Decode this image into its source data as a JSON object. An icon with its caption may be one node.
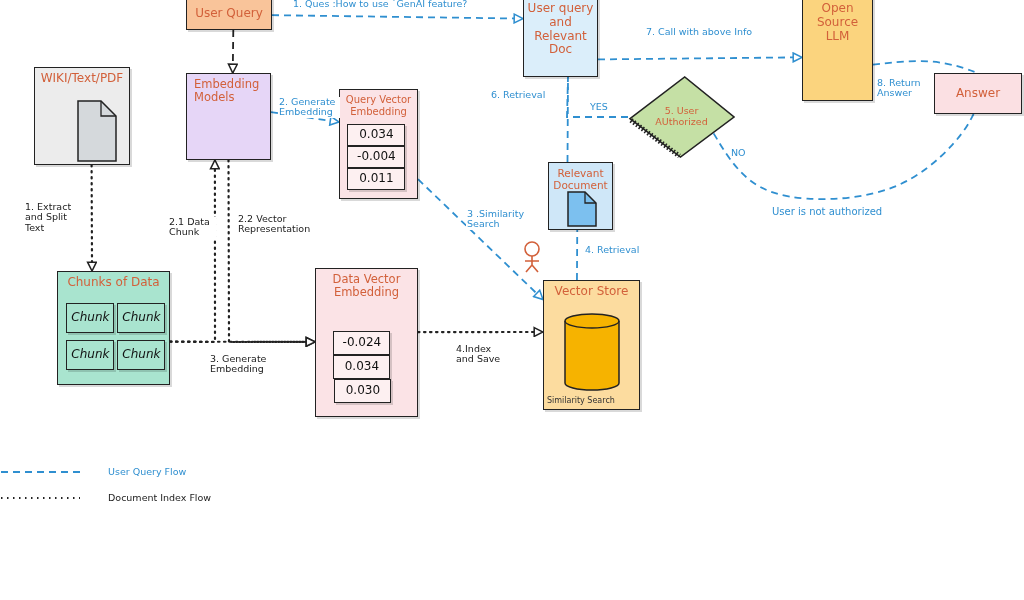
{
  "diagram": {
    "nodes": [
      {
        "text": [
          "User Query"
        ]
      },
      {
        "text": [
          "WIKI/Text/PDF"
        ]
      },
      {
        "text": [
          "Embedding Models"
        ]
      },
      {
        "text": [
          "Query Vector Embedding"
        ]
      },
      {
        "text": [
          "0.034"
        ],
        "in": 3
      },
      {
        "text": [
          "-0.004"
        ],
        "in": 3
      },
      {
        "text": [
          "0.011"
        ],
        "in": 3
      },
      {
        "text": [
          "User query and Relevant Doc"
        ]
      },
      {
        "text": [
          "Open Source LLM"
        ]
      },
      {
        "text": [
          "Answer"
        ]
      },
      {
        "text": [
          "5. User AUthorized"
        ]
      },
      {
        "text": [
          "Relevant Document"
        ]
      },
      {
        "text": [
          "Chunks of Data"
        ]
      },
      {
        "text": [
          "Chunk"
        ],
        "in": 12
      },
      {
        "text": [
          "Chunk"
        ],
        "in": 12
      },
      {
        "text": [
          "Chunk"
        ],
        "in": 12
      },
      {
        "text": [
          "Chunk"
        ],
        "in": 12
      },
      {
        "text": [
          "Data Vector Embedding"
        ]
      },
      {
        "text": [
          "-0.024"
        ],
        "in": 17
      },
      {
        "text": [
          "0.034"
        ],
        "in": 17
      },
      {
        "text": [
          "0.030"
        ],
        "in": 17
      },
      {
        "text": [
          "Vector Store",
          "Similarity Search"
        ]
      }
    ],
    "edges": [
      {
        "from": 0,
        "to": 7,
        "arrow": "to",
        "label": "1. Ques :How to use `GenAI feature?",
        "style": "dashed"
      },
      {
        "from": 0,
        "to": 2,
        "arrow": "to",
        "style": "dashed",
        "color": "#222222"
      },
      {
        "from": 1,
        "to": 12,
        "arrow": "to",
        "label": "1. Extract and Split Text",
        "color": "#222222"
      },
      {
        "from": 2,
        "to": 3,
        "arrow": "to",
        "label": "2. Generate Embedding",
        "style": "dashed"
      },
      {
        "from": 12,
        "to": 2,
        "arrow": "to",
        "label": "2.1 Data Chunk",
        "color": "#222222"
      },
      {
        "from": 2,
        "to": 17,
        "arrow": "to",
        "label": "2.2 Vector Representation",
        "color": "#222222"
      },
      {
        "from": 12,
        "to": 17,
        "arrow": "to",
        "label": "3. Generate Embedding",
        "color": "#222222"
      },
      {
        "from": 3,
        "to": 21,
        "arrow": "to",
        "label": "3 .Similarity Search",
        "style": "dashed"
      },
      {
        "from": 17,
        "to": 21,
        "arrow": "to",
        "label": "4.Index and Save",
        "color": "#222222"
      },
      {
        "from": 21,
        "to": 11,
        "arrow": "none",
        "label": "4. Retrieval",
        "style": "dashed"
      },
      {
        "from": 11,
        "to": 7,
        "arrow": "none",
        "label": "6. Retrieval",
        "style": "dashed"
      },
      {
        "from": 10,
        "to": 7,
        "arrow": "none",
        "label": "YES",
        "style": "dashed"
      },
      {
        "from": 10,
        "to": 9,
        "arrow": "none",
        "label": "NO",
        "style": "dashed"
      },
      {
        "from": 7,
        "to": 8,
        "arrow": "to",
        "label": "7. Call with above Info",
        "style": "dashed"
      },
      {
        "from": 8,
        "to": 9,
        "arrow": "none",
        "label": "8. Return Answer",
        "style": "dashed"
      }
    ],
    "labels": [
      "User is not authorized"
    ],
    "legend": [
      {
        "text": "User Query Flow"
      },
      {
        "text": "Document Index Flow"
      }
    ]
  }
}
